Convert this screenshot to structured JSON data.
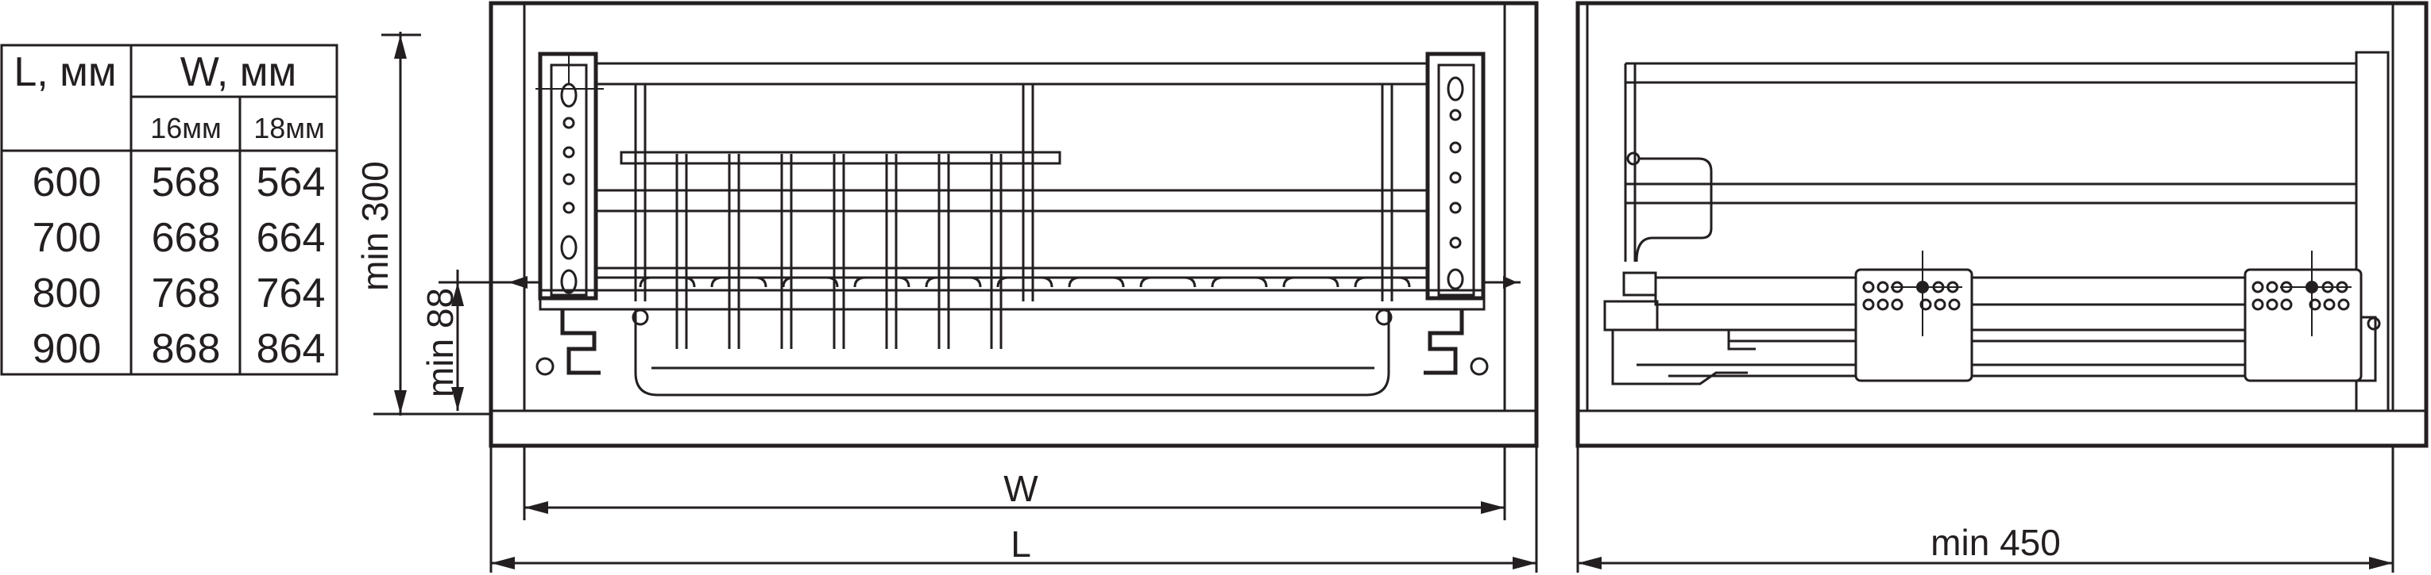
{
  "table": {
    "header_l": "L, мм",
    "header_w": "W, мм",
    "sub_16": "16мм",
    "sub_18": "18мм",
    "rows": [
      {
        "l": "600",
        "w16": "568",
        "w18": "564"
      },
      {
        "l": "700",
        "w16": "668",
        "w18": "664"
      },
      {
        "l": "800",
        "w16": "768",
        "w18": "764"
      },
      {
        "l": "900",
        "w16": "868",
        "w18": "864"
      }
    ]
  },
  "dimensions": {
    "height": "min 300",
    "bottom_gap": "min 88",
    "inner_width": "W",
    "outer_width": "L",
    "depth": "min 450"
  }
}
